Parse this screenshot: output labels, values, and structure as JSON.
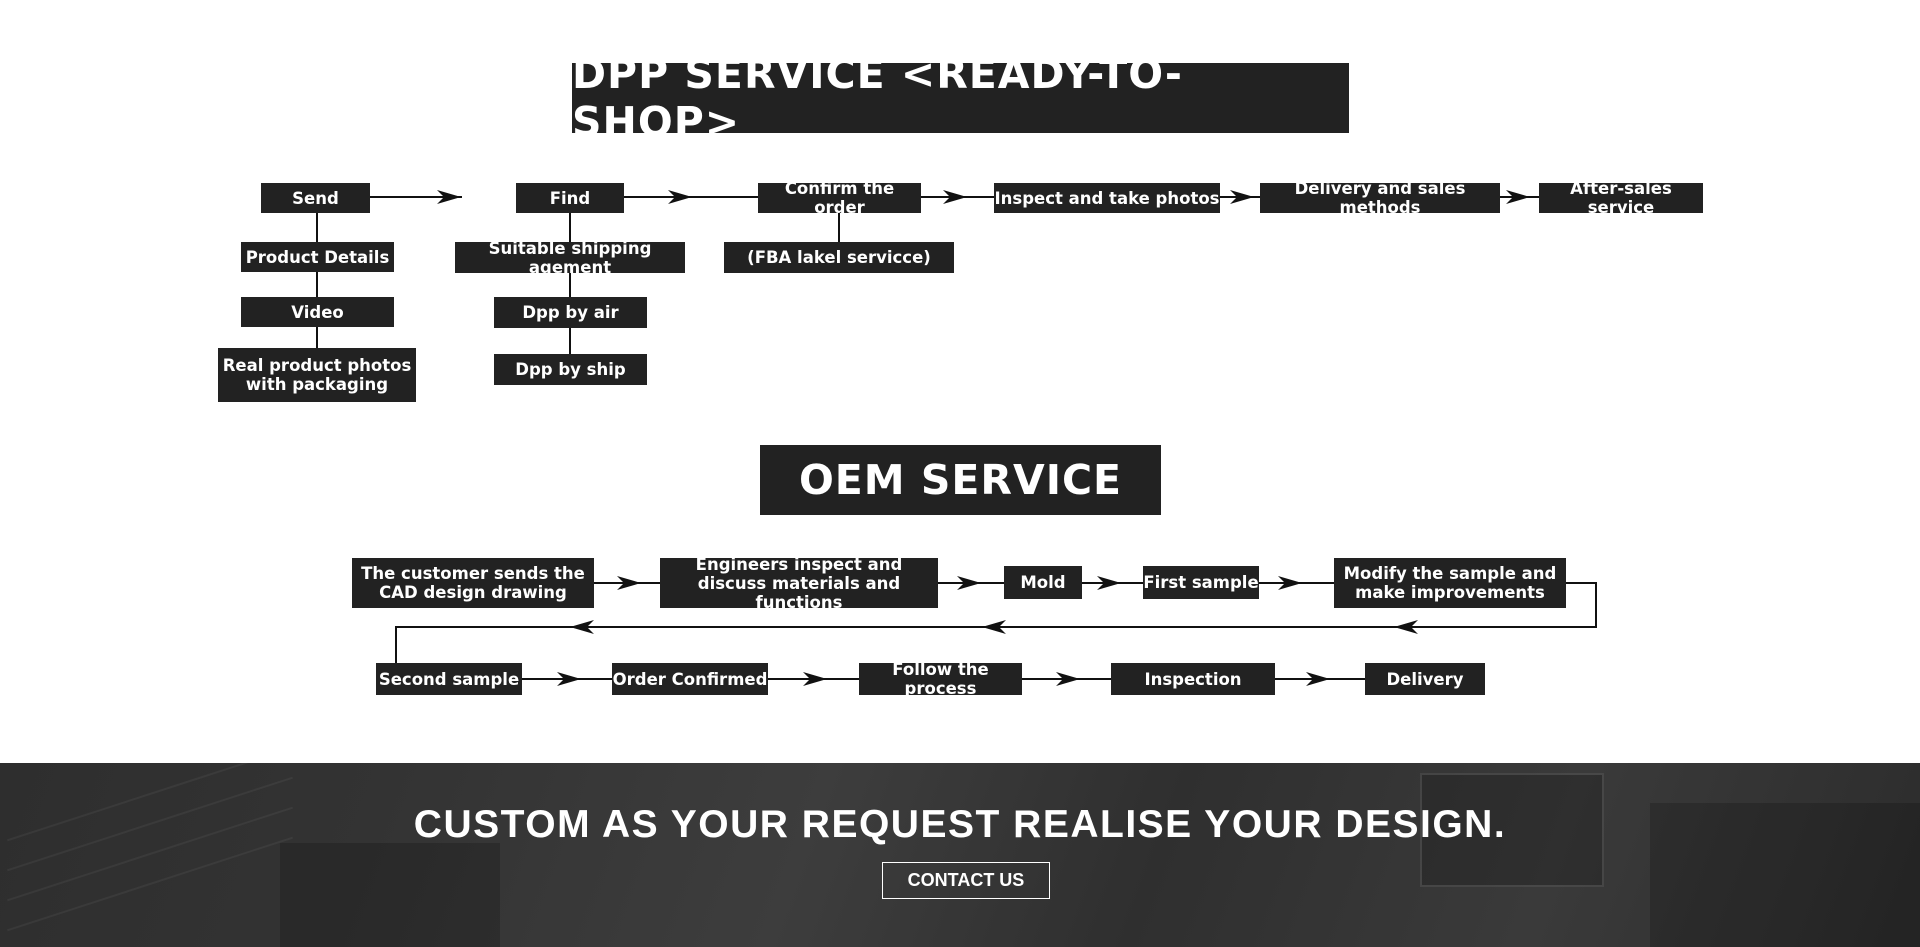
{
  "dpp": {
    "title": "DPP SERVICE <READY-TO-SHOP>",
    "steps": [
      "Send",
      "Find",
      "Confirm the order",
      "Inspect and take photos",
      "Delivery and sales methods",
      "After-sales service"
    ],
    "send_details": [
      "Product Details",
      "Video",
      "Real product photos\nwith packaging"
    ],
    "find_details": [
      "Suitable shipping agement",
      "Dpp by air",
      "Dpp by ship"
    ],
    "confirm_details": [
      "(FBA lakel servicce)"
    ]
  },
  "oem": {
    "title": "OEM SERVICE",
    "row1": [
      "The customer sends the\nCAD design drawing",
      "Engineers inspect and\ndiscuss materials and functions",
      "Mold",
      "First sample",
      "Modify the sample and\nmake improvements"
    ],
    "row2": [
      "Second sample",
      "Order Confirmed",
      "Follow the process",
      "Inspection",
      "Delivery"
    ]
  },
  "banner": {
    "title": "CUSTOM AS YOUR REQUEST REALISE YOUR DESIGN.",
    "contact_label": "CONTACT US"
  },
  "colors": {
    "box": "#222222",
    "box_text": "#ffffff",
    "line": "#111111"
  }
}
